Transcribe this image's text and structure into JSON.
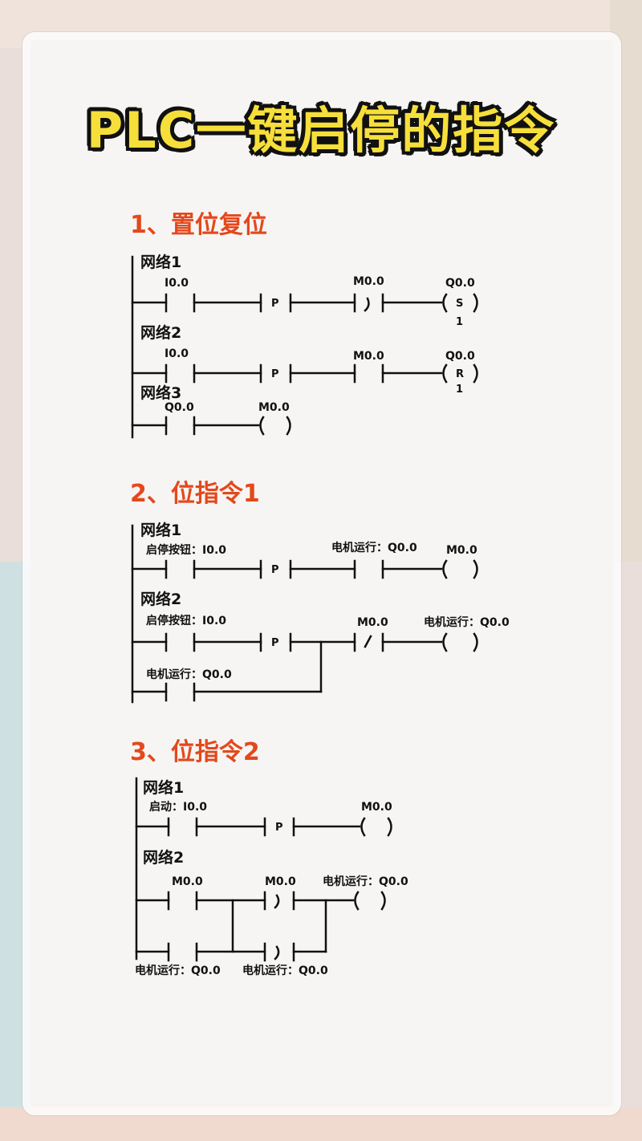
{
  "title": "PLC一键启停的指令",
  "sections": [
    {
      "heading": "1、置位复位",
      "networks": [
        {
          "name": "网络1",
          "contact1": "I0.0",
          "edge": "P",
          "contact2": "M0.0",
          "coil": "Q0.0",
          "coil_type": "S",
          "coil_n": "1"
        },
        {
          "name": "网络2",
          "contact1": "I0.0",
          "edge": "P",
          "contact2": "M0.0",
          "coil": "Q0.0",
          "coil_type": "R",
          "coil_n": "1"
        },
        {
          "name": "网络3",
          "contact1": "Q0.0",
          "coil": "M0.0"
        }
      ]
    },
    {
      "heading": "2、位指令1",
      "networks": [
        {
          "name": "网络1",
          "contact1": "启停按钮：I0.0",
          "edge": "P",
          "contact2": "电机运行：Q0.0",
          "coil": "M0.0"
        },
        {
          "name": "网络2",
          "contact1": "启停按钮：I0.0",
          "edge": "P",
          "contact2": "M0.0",
          "contact2_type": "/",
          "coil": "电机运行：Q0.0",
          "branch_contact": "电机运行：Q0.0"
        }
      ]
    },
    {
      "heading": "3、位指令2",
      "networks": [
        {
          "name": "网络1",
          "contact1": "启动：I0.0",
          "edge": "P",
          "coil": "M0.0"
        },
        {
          "name": "网络2",
          "contact1": "M0.0",
          "contact2": "M0.0",
          "coil": "电机运行：Q0.0",
          "branch_contact1": "电机运行：Q0.0",
          "branch_contact2": "电机运行：Q0.0"
        }
      ]
    }
  ],
  "colors": {
    "title_fill": "#f6df3a",
    "heading": "#e4481c",
    "paper": "#f6f5f3"
  }
}
